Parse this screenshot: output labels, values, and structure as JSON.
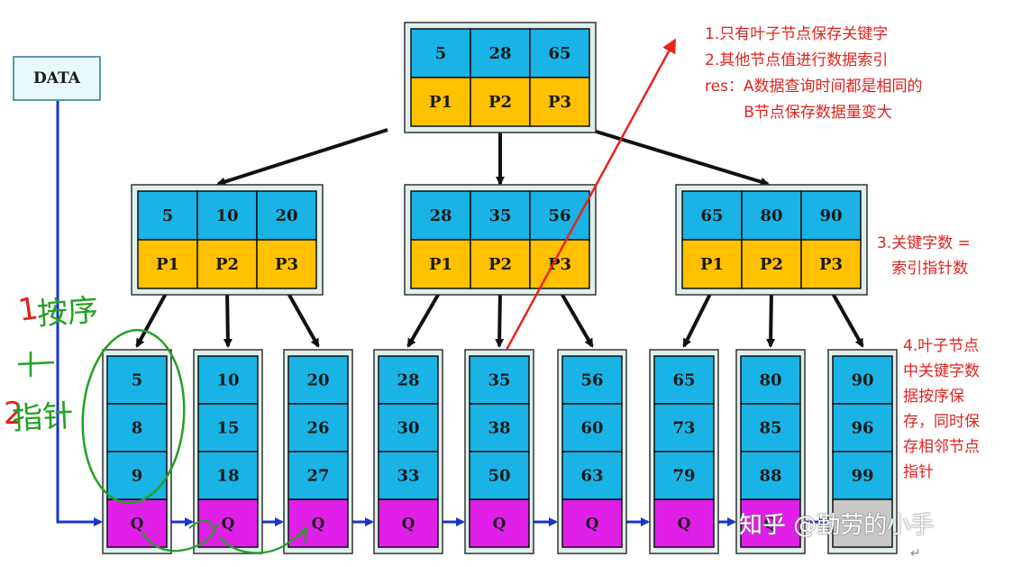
{
  "data_label": "DATA",
  "root": {
    "keys": [
      "5",
      "28",
      "65"
    ],
    "pointers": [
      "P1",
      "P2",
      "P3"
    ]
  },
  "internal": [
    {
      "keys": [
        "5",
        "10",
        "20"
      ],
      "pointers": [
        "P1",
        "P2",
        "P3"
      ]
    },
    {
      "keys": [
        "28",
        "35",
        "56"
      ],
      "pointers": [
        "P1",
        "P2",
        "P3"
      ]
    },
    {
      "keys": [
        "65",
        "80",
        "90"
      ],
      "pointers": [
        "P1",
        "P2",
        "P3"
      ]
    }
  ],
  "leaves": [
    {
      "keys": [
        "5",
        "8",
        "9"
      ],
      "q": "Q"
    },
    {
      "keys": [
        "10",
        "15",
        "18"
      ],
      "q": "Q"
    },
    {
      "keys": [
        "20",
        "26",
        "27"
      ],
      "q": "Q"
    },
    {
      "keys": [
        "28",
        "30",
        "33"
      ],
      "q": "Q"
    },
    {
      "keys": [
        "35",
        "38",
        "50"
      ],
      "q": "Q"
    },
    {
      "keys": [
        "56",
        "60",
        "63"
      ],
      "q": "Q"
    },
    {
      "keys": [
        "65",
        "73",
        "79"
      ],
      "q": "Q"
    },
    {
      "keys": [
        "80",
        "85",
        "88"
      ],
      "q": "Q"
    },
    {
      "keys": [
        "90",
        "96",
        "99"
      ],
      "q": ""
    }
  ],
  "notes": {
    "top": "1.只有叶子节点保存关键字\n2.其他节点值进行数据索引\nres：A数据查询时间都是相同的\n        B节点保存数据量变大",
    "middle": "3.关键字数 =\n   索引指针数",
    "bottom": "4.叶子节点\n中关键字数\n据按序保\n存，同时保\n存相邻节点\n指针"
  },
  "handwriting": {
    "line1_num": "1",
    "line1_text": "按序",
    "line2_num": "2",
    "line2_text": "指针"
  },
  "watermark": "知乎 @勤劳的小手",
  "colors": {
    "key_cell": "#19b3e6",
    "pointer_cell": "#ffc000",
    "q_cell": "#e020e8",
    "q_last_cell": "#c8c8c8",
    "node_frame": "#dff0ec",
    "annotation": "#e0231e",
    "handwriting_green": "#22a022",
    "link_arrow": "#1a35c8"
  }
}
